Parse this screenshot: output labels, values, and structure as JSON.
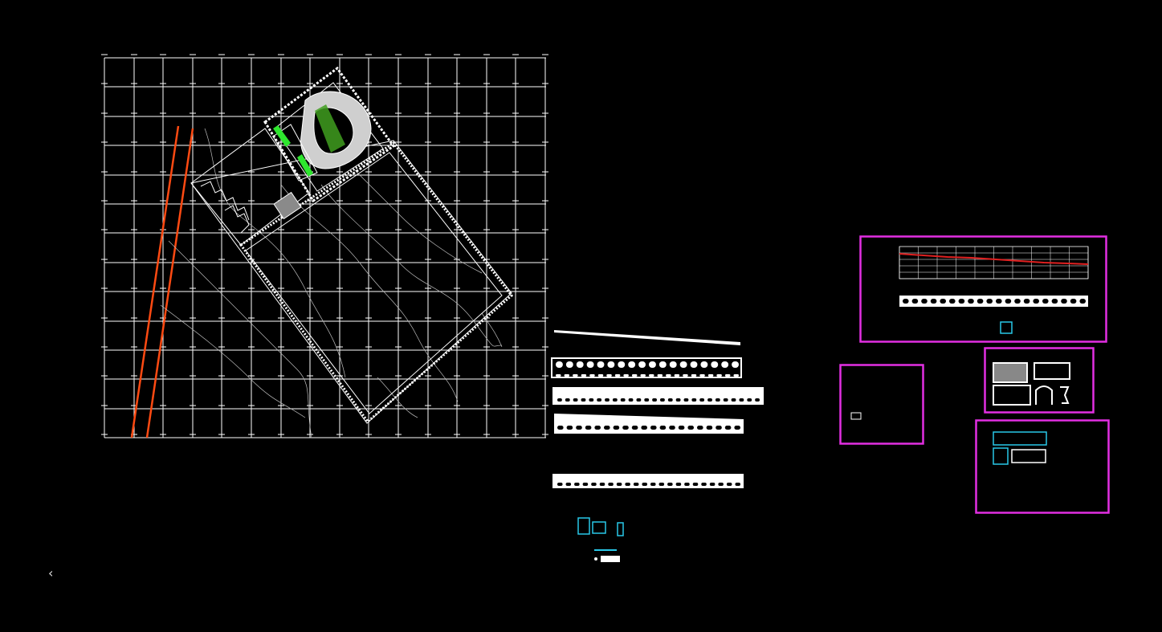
{
  "viewport": {
    "background": "#000000"
  },
  "colors": {
    "grid": "#ffffff",
    "linework": "#ffffff",
    "survey_lines": "#ff4a12",
    "planting": "#2ee62e",
    "detail_cyan": "#29c8e8",
    "frame_magenta": "#e22fe2",
    "profile_red": "#e02020",
    "hatch": "#777777"
  },
  "site_plan": {
    "grid": "cad-grid",
    "alignment": "rotated-survey-blocks"
  },
  "elevation_sheets": [
    "elevation-strip-1",
    "elevation-strip-2",
    "elevation-strip-3",
    "elevation-strip-4"
  ],
  "drawing_frames": [
    "frame-profile",
    "frame-blank",
    "frame-details",
    "frame-sections"
  ],
  "nav": {
    "icon": "chevron-left-icon"
  }
}
